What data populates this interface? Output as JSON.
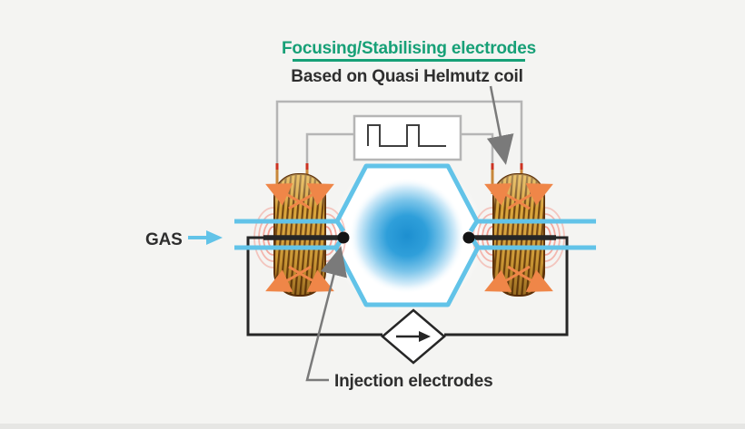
{
  "title": {
    "main": "Focusing/Stabilising electrodes",
    "sub": "Based on Quasi Helmutz coil"
  },
  "labels": {
    "gas": "GAS",
    "injection": "Injection electrodes"
  },
  "icons": [
    "square-wave-icon",
    "current-source-icon",
    "coil-left",
    "coil-right",
    "plasma-chamber-hexagon",
    "plasma-ball",
    "gas-flow-arrow",
    "annotation-arrow"
  ],
  "colors": {
    "background": "#f4f4f2",
    "accent_green": "#17a077",
    "text_dark": "#2e2e2e",
    "tube_blue": "#62c3e8",
    "plasma_blue": "#2b9ed9",
    "coil_gold": "#d9a43a",
    "coil_dark": "#6f4410",
    "arrow_orange": "#ef8648",
    "ripple_red": "#f2968a",
    "wire_gray": "#b5b5b5",
    "annotation_gray": "#7a7a7a",
    "circuit_black": "#262626",
    "lead_tip_red": "#cc3322"
  }
}
